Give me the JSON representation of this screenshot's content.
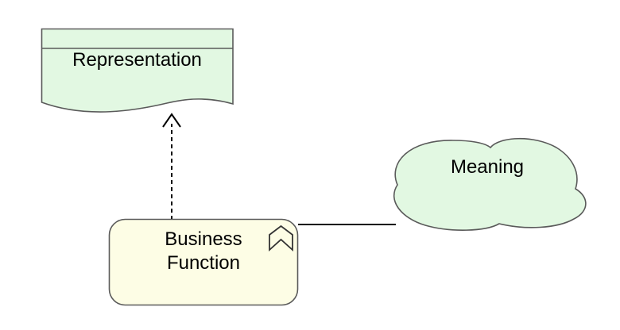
{
  "canvas_background": "#ffffff",
  "elements": {
    "representation": {
      "label": "Representation",
      "shape": "document",
      "fill": "#e2f8e2",
      "border_color": "#5a5a5a"
    },
    "business_function": {
      "label": "Business\nFunction",
      "shape": "rounded-rectangle",
      "fill": "#fdfde5",
      "border_color": "#5a5a5a",
      "icon": "function-chevron-icon",
      "icon_color": "#333333"
    },
    "meaning": {
      "label": "Meaning",
      "shape": "cloud",
      "fill": "#e2f8e2",
      "border_color": "#5a5a5a"
    }
  },
  "relationships": {
    "business_function_to_representation": {
      "line_style": "dashed",
      "arrowhead": "open-v",
      "color": "#000000"
    },
    "business_function_to_meaning": {
      "line_style": "solid",
      "arrowhead": "none",
      "color": "#000000"
    }
  }
}
